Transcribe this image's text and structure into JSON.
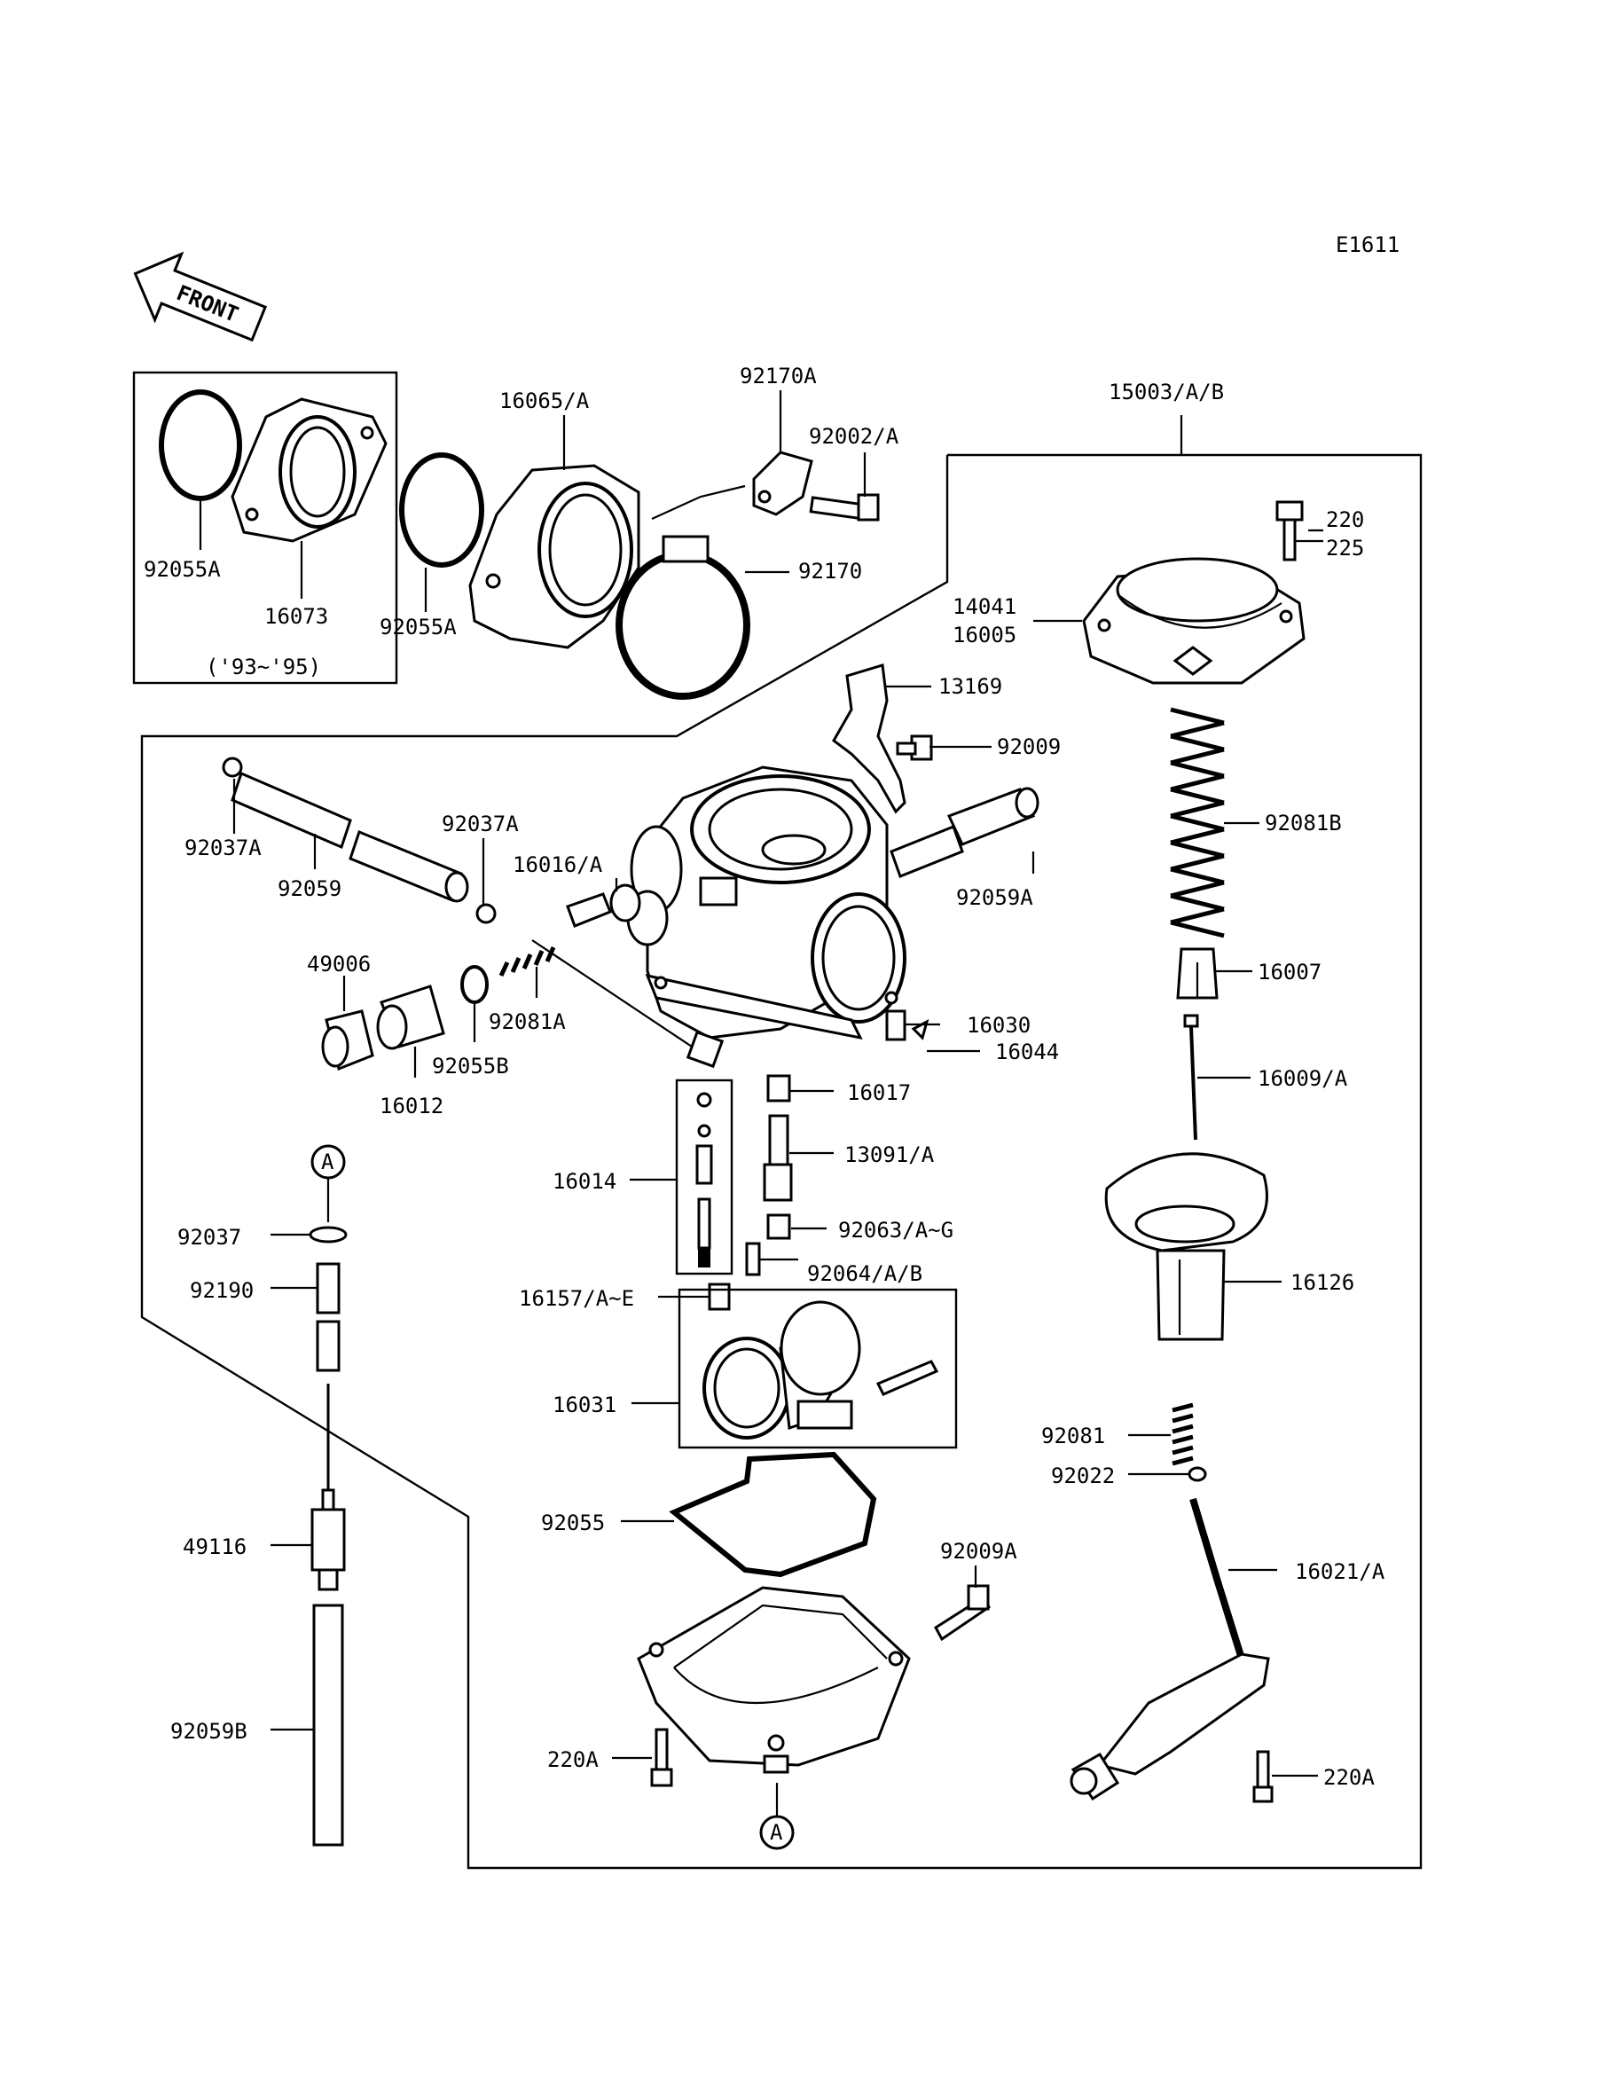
{
  "diagram_code": "E1611",
  "front_label": "FRONT",
  "ring_marker": "A",
  "parts": {
    "p92055A_1": "92055A",
    "p16073": "16073",
    "p92055A_2": "92055A",
    "years": "('93~'95)",
    "p16065": "16065/A",
    "p92170A": "92170A",
    "p92002": "92002/A",
    "p92170": "92170",
    "p15003": "15003/A/B",
    "p220": "220",
    "p225": "225",
    "p14041": "14041",
    "p16005": "16005",
    "p13169": "13169",
    "p92009": "92009",
    "p92081B": "92081B",
    "p92037A_1": "92037A",
    "p92059": "92059",
    "p92037A_2": "92037A",
    "p16016": "16016/A",
    "p92059A": "92059A",
    "p49006": "49006",
    "p92081A": "92081A",
    "p16007": "16007",
    "p92055B": "92055B",
    "p16012": "16012",
    "p16030": "16030",
    "p16044": "16044",
    "p16017": "16017",
    "p16009": "16009/A",
    "p16014": "16014",
    "p13091": "13091/A",
    "p92037": "92037",
    "p92063": "92063/A~G",
    "p92064": "92064/A/B",
    "p16126": "16126",
    "p92190": "92190",
    "p16157": "16157/A~E",
    "p16031": "16031",
    "p92081": "92081",
    "p92022": "92022",
    "p49116": "49116",
    "p92055": "92055",
    "p92009A": "92009A",
    "p16021": "16021/A",
    "p92059B": "92059B",
    "p220A_1": "220A",
    "p220A_2": "220A"
  }
}
